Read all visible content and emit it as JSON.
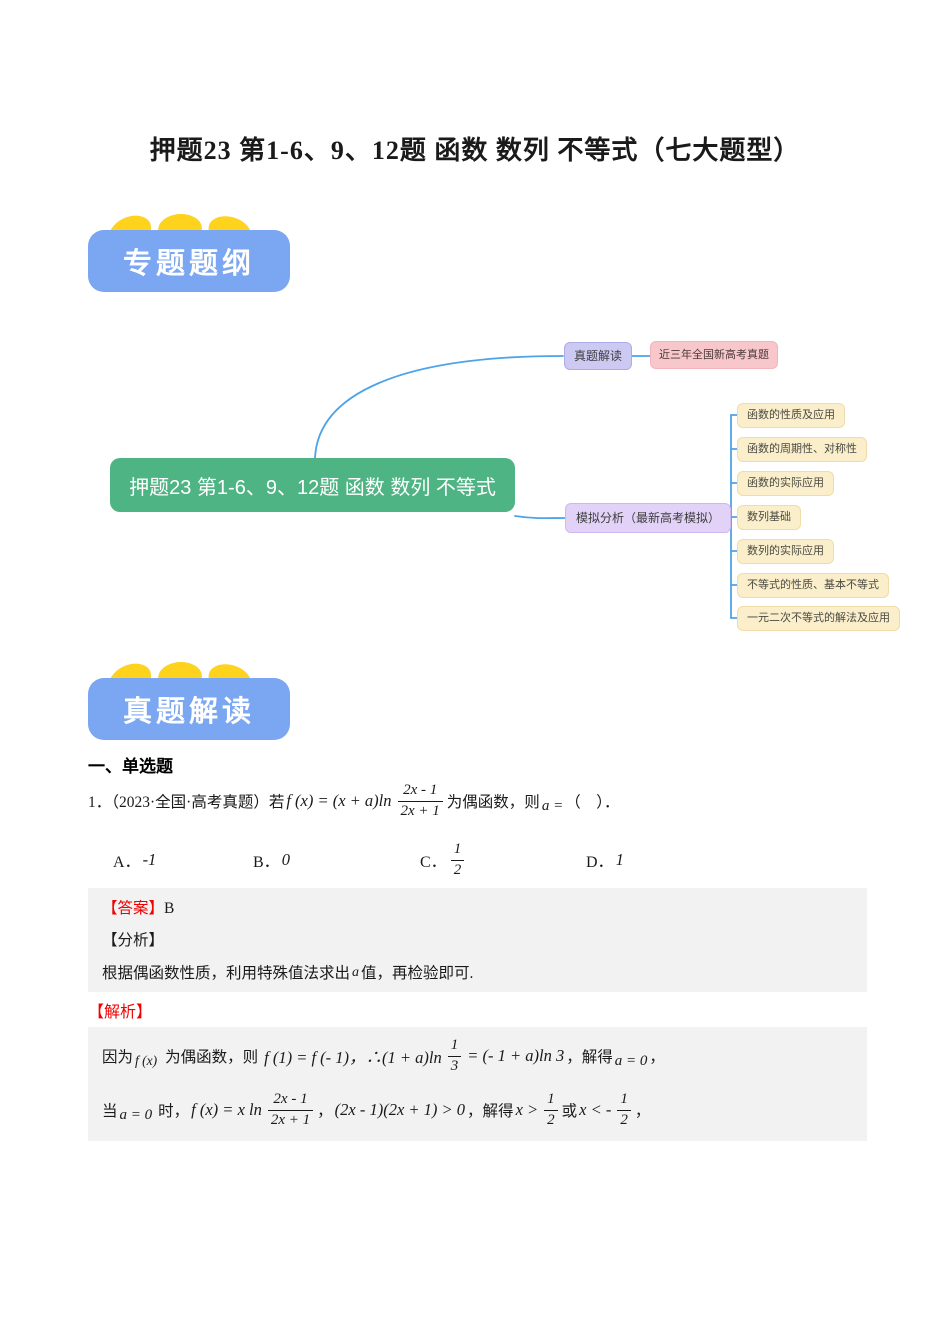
{
  "page": {
    "title": "押题23 第1-6、9、12题 函数 数列 不等式（七大题型）"
  },
  "badges": {
    "outline": "专题题纲",
    "reading": "真题解读"
  },
  "colors": {
    "badge-blue": "#7aa6f2",
    "blob-yellow": "#ffd21e",
    "node-green": "#4eb484",
    "node-lavender": "#cccaf3",
    "node-pink": "#f8c7cb",
    "node-purple": "#e2d2f8",
    "node-cream": "#fbeecb",
    "connector-blue": "#4da3e8",
    "answer-red": "#f00000",
    "block-gray": "#f2f2f2"
  },
  "mindmap": {
    "center": "押题23 第1-6、9、12题 函数 数列 不等式",
    "branch_top": {
      "label": "真题解读",
      "child": "近三年全国新高考真题"
    },
    "branch_bottom": {
      "label": "模拟分析（最新高考模拟）"
    },
    "topics": [
      {
        "label": "函数的性质及应用"
      },
      {
        "label": "函数的周期性、对称性"
      },
      {
        "label": "函数的实际应用"
      },
      {
        "label": "数列基础"
      },
      {
        "label": "数列的实际应用"
      },
      {
        "label": "不等式的性质、基本不等式"
      },
      {
        "label": "一元二次不等式的解法及应用"
      }
    ]
  },
  "section": {
    "heading": "一、单选题"
  },
  "question": {
    "lead": "1．（2023·全国·高考真题）若",
    "m1": "f (x) = (x + a)ln",
    "frac": {
      "num": "2x - 1",
      "den": "2x + 1"
    },
    "t2": "为偶函数，则",
    "m2": "a =",
    "t3": "（　）．"
  },
  "options": [
    {
      "label": "A．",
      "value": "-1"
    },
    {
      "label": "B．",
      "value": "0"
    },
    {
      "label": "C．",
      "num": "1",
      "den": "2"
    },
    {
      "label": "D．",
      "value": "1"
    }
  ],
  "answer": {
    "label": "【答案】",
    "value": "B"
  },
  "analysis": {
    "label": "【分析】",
    "t1": "根据偶函数性质，利用特殊值法求出",
    "m1": "a",
    "t2": "值，再检验即可."
  },
  "solution": {
    "label": "【解析】",
    "line1": {
      "t1": "因为",
      "m1": "f (x)",
      "t2": "为偶函数，则",
      "m2": "f (1) = f (- 1)，∴(1 + a)ln",
      "frac": {
        "num": "1",
        "den": "3"
      },
      "m3": "= (- 1 + a)ln 3",
      "t3": "，解得",
      "m4": "a = 0",
      "t4": "，"
    },
    "line2": {
      "t1": "当",
      "m1": "a = 0",
      "t2": "时，",
      "m2": "f (x) = x ln",
      "frac1": {
        "num": "2x - 1",
        "den": "2x + 1"
      },
      "t3": "，",
      "m3": "(2x - 1)(2x + 1) > 0",
      "t4": "，解得",
      "m4": "x >",
      "frac2": {
        "num": "1",
        "den": "2"
      },
      "t5": "或",
      "m5": "x < -",
      "frac3": {
        "num": "1",
        "den": "2"
      },
      "t6": "，"
    }
  }
}
